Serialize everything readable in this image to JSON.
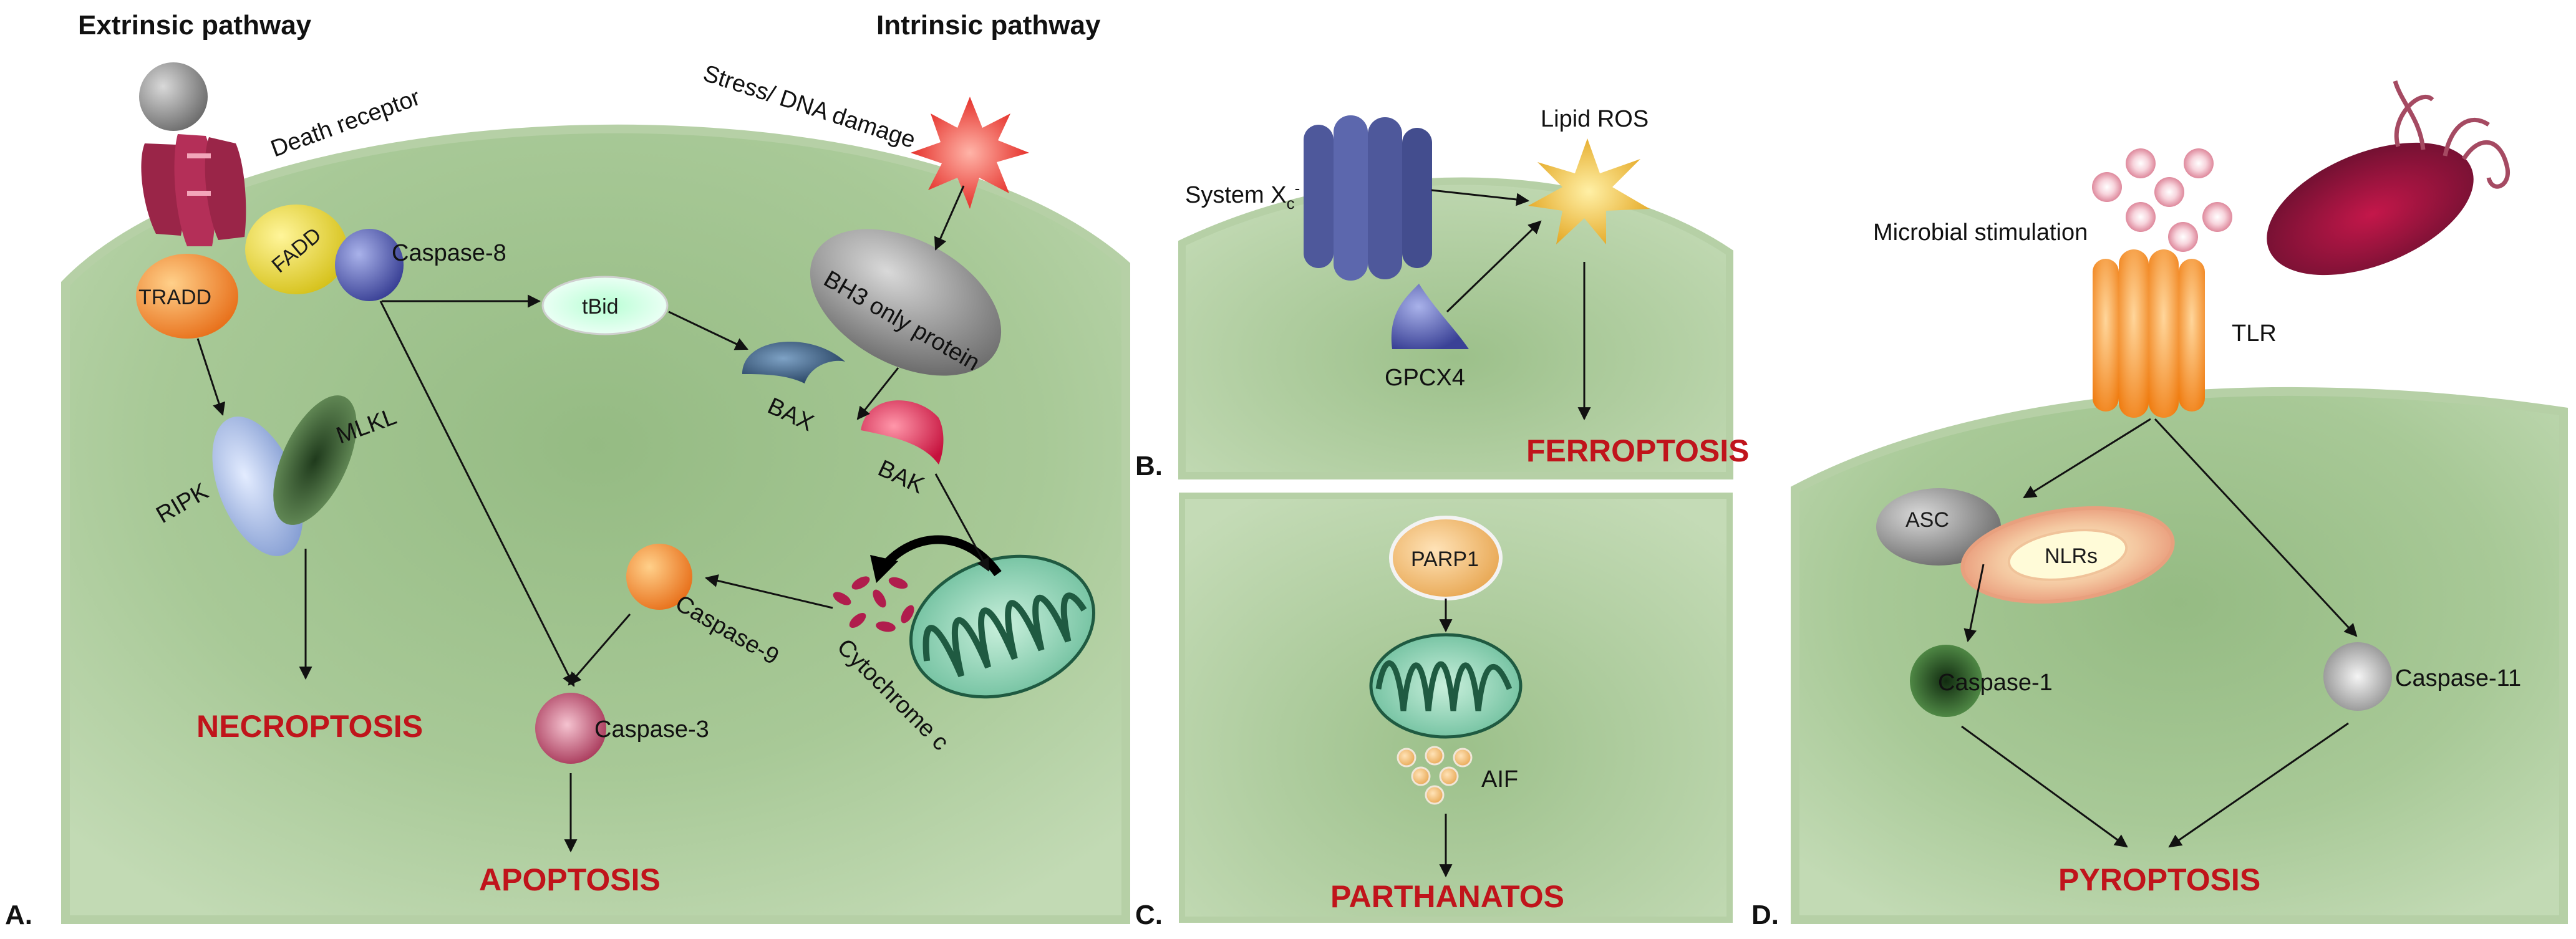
{
  "panel_a": {
    "letter": "A.",
    "extrinsic_heading": "Extrinsic pathway",
    "intrinsic_heading": "Intrinsic pathway",
    "labels": {
      "death_receptor": "Death receptor",
      "fadd": "FADD",
      "tradd": "TRADD",
      "caspase8": "Caspase-8",
      "tbid": "tBid",
      "stress": "Stress/ DNA damage",
      "bh3": "BH3 only protein",
      "bax": "BAX",
      "bak": "BAK",
      "ripk": "RIPK",
      "mlkl": "MLKL",
      "caspase9": "Caspase-9",
      "caspase3": "Caspase-3",
      "cytochrome": "Cytochrome c"
    },
    "outcomes": {
      "necroptosis": "NECROPTOSIS",
      "apoptosis": "APOPTOSIS"
    }
  },
  "panel_b": {
    "letter": "B.",
    "system_xc": "System X",
    "system_xc_sub": "c",
    "system_xc_sup": "-",
    "lipid_ros": "Lipid ROS",
    "gpcx4": "GPCX4",
    "outcome": "FERROPTOSIS"
  },
  "panel_c": {
    "letter": "C.",
    "parp1": "PARP1",
    "aif": "AIF",
    "outcome": "PARTHANATOS"
  },
  "panel_d": {
    "letter": "D.",
    "microbial": "Microbial stimulation",
    "tlr": "TLR",
    "asc": "ASC",
    "nlrs": "NLRs",
    "caspase1": "Caspase-1",
    "caspase11": "Caspase-11",
    "outcome": "PYROPTOSIS"
  },
  "colors": {
    "cell_green": "#bcd6ac",
    "death_red": "#c0141b"
  }
}
